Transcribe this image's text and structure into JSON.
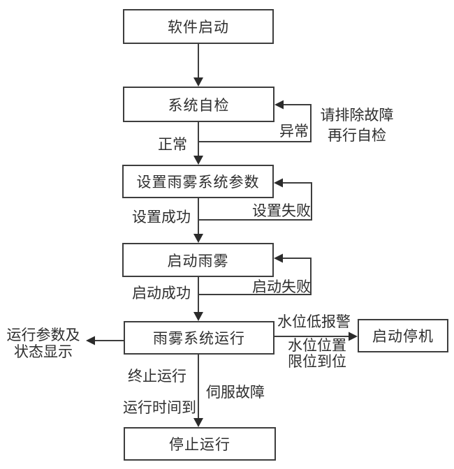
{
  "diagram": {
    "type": "flowchart",
    "nodes": {
      "start": {
        "label": "软件启动"
      },
      "self_check": {
        "label": "系统自检"
      },
      "set_params": {
        "label": "设置雨雾系统参数"
      },
      "start_fog": {
        "label": "启动雨雾"
      },
      "system_running": {
        "label": "雨雾系统运行"
      },
      "stop_running": {
        "label": "停止运行"
      },
      "shutdown": {
        "label": "启动停机"
      }
    },
    "edge_labels": {
      "normal": "正常",
      "abnormal": "异常",
      "fix_fault_line1": "请排除故障",
      "fix_fault_line2": "再行自检",
      "set_success": "设置成功",
      "set_fail": "设置失败",
      "start_success": "启动成功",
      "start_fail": "启动失败",
      "water_low_alarm": "水位低报警",
      "water_pos_line1": "水位位置",
      "water_pos_line2": "限位到位",
      "display_line1": "运行参数及",
      "display_line2": "状态显示",
      "terminate": "终止运行",
      "servo_fault": "伺服故障",
      "time_up": "运行时间到"
    },
    "colors": {
      "line": "#3d3d3d",
      "text": "#2e2e2e",
      "node_fill": "#ffffff",
      "background": "#ffffff"
    }
  }
}
